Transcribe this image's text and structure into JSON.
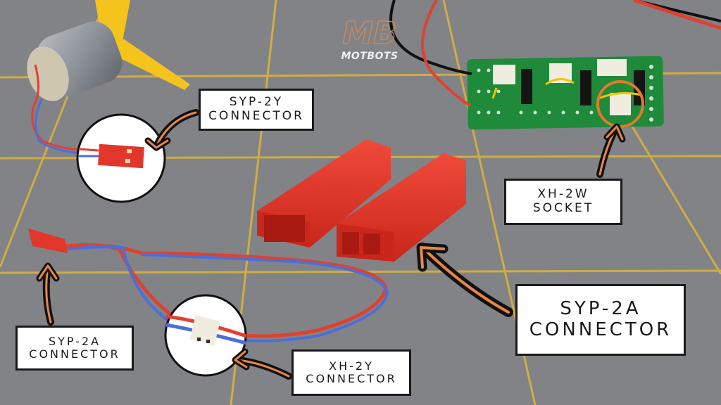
{
  "scene": {
    "description": "Photo of connectors on a gray cutting mat with yellow grid lines, annotated with hand-drawn orange arrows and white label boxes",
    "colors": {
      "mat": "#7d8083",
      "grid_line": "#e0b83a",
      "connector_red": "#e2362a",
      "wire_blue": "#4a6fd8",
      "wire_red": "#e0412f",
      "pcb_green": "#1f8a3a",
      "arrow_orange": "#e8874a",
      "arrow_outline": "#111111",
      "propeller_yellow": "#f5c41c",
      "xh_white": "#f1ece0"
    }
  },
  "logo": {
    "mark": "MB",
    "name": "MOTBOTS"
  },
  "labels": {
    "syp_2y": {
      "line1": "SYP-2Y",
      "line2": "CONNECTOR"
    },
    "xh_2w": {
      "line1": "XH-2W",
      "line2": "SOCKET"
    },
    "syp_2a_large": {
      "line1": "SYP-2A",
      "line2": "CONNECTOR"
    },
    "syp_2a_small": {
      "line1": "SYP-2A",
      "line2": "CONNECTOR"
    },
    "xh_2y": {
      "line1": "XH-2Y",
      "line2": "CONNECTOR"
    }
  }
}
